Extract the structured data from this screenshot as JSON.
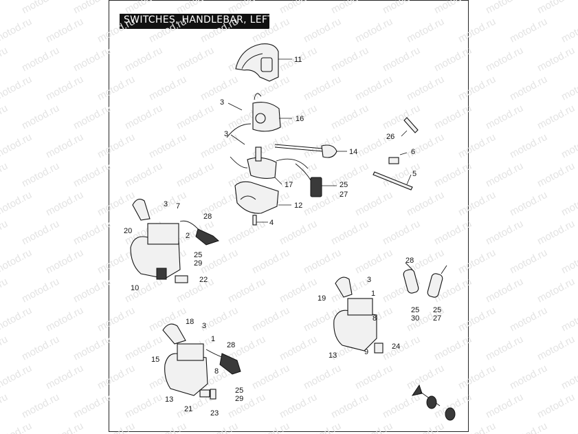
{
  "title": "SWITCHES, HANDLEBAR, LEFT",
  "watermark": "motod.ru",
  "callouts": [
    "11",
    "3",
    "16",
    "3",
    "14",
    "26",
    "6",
    "5",
    "25",
    "27",
    "17",
    "12",
    "4",
    "3",
    "7",
    "28",
    "20",
    "2",
    "25",
    "29",
    "10",
    "22",
    "3",
    "1",
    "19",
    "8",
    "28",
    "25",
    "30",
    "25",
    "27",
    "13",
    "9",
    "24",
    "18",
    "3",
    "1",
    "28",
    "15",
    "8",
    "13",
    "25",
    "29",
    "21",
    "23"
  ]
}
